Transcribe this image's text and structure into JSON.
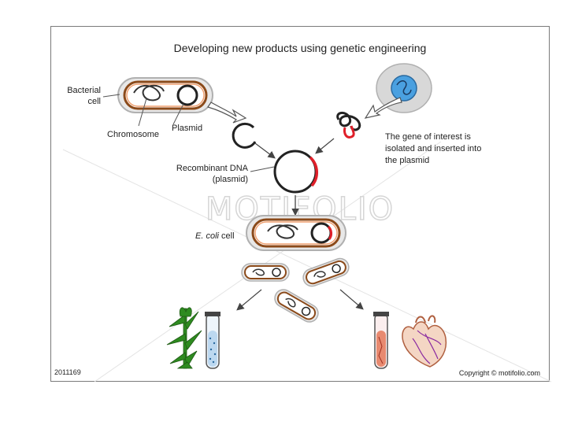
{
  "title": "Developing new products using genetic engineering",
  "labels": {
    "bacterial_cell_line1": "Bacterial",
    "bacterial_cell_line2": "cell",
    "chromosome": "Chromosome",
    "plasmid": "Plasmid",
    "gene_line1": "The gene of interest is",
    "gene_line2": "isolated and inserted into",
    "gene_line3": "the plasmid",
    "recombinant_line1": "Recombinant DNA",
    "recombinant_line2": "(plasmid)",
    "ecoli_italic": "E. coli",
    "ecoli_rest": " cell"
  },
  "watermark": "MOTIFOLIO",
  "figure_id": "2011169",
  "copyright": "Copyright © motifolio.com",
  "colors": {
    "cell_outline": "#8b4a1a",
    "cell_orange": "#f0a070",
    "gene_red": "#e0202a",
    "plant_green": "#2e8b20",
    "nucleus_blue": "#4aa0e0"
  }
}
